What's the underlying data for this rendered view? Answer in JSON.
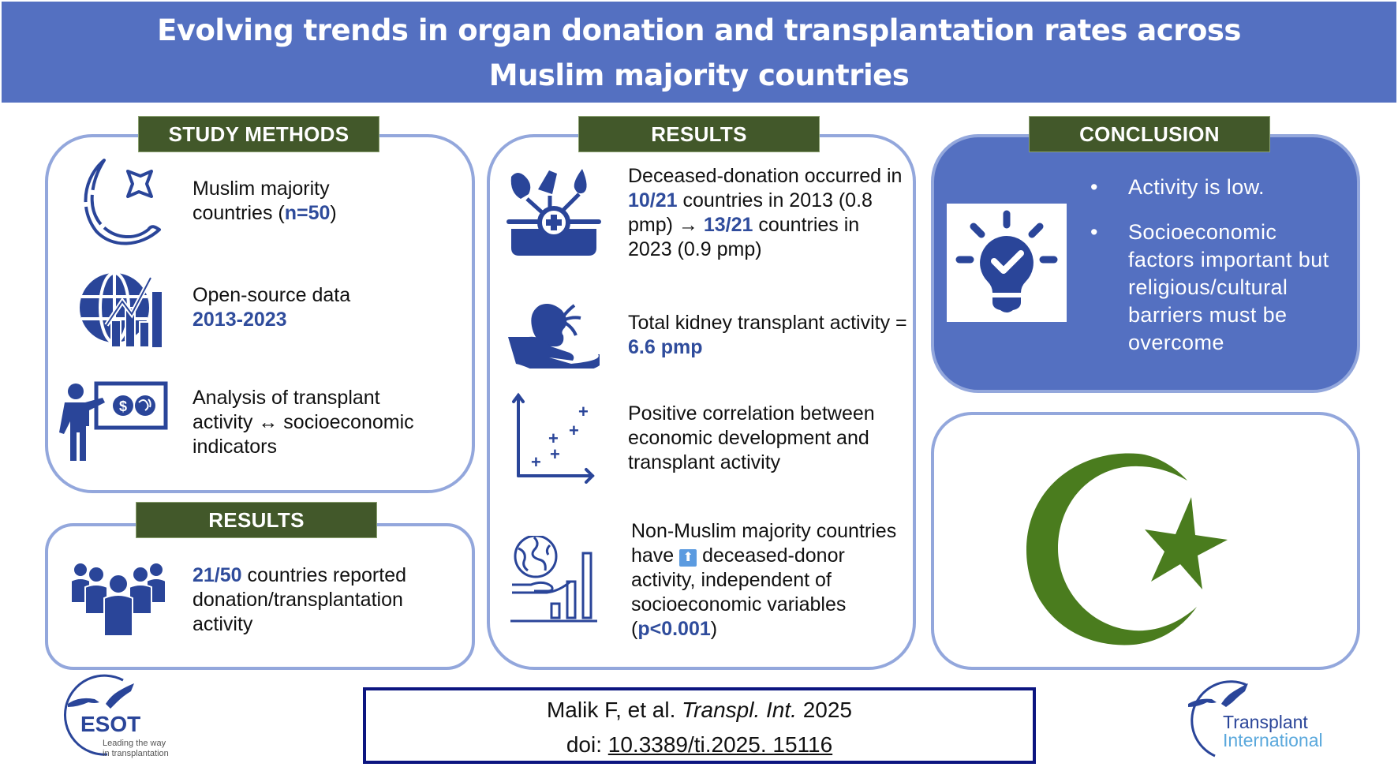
{
  "header": {
    "title_line1": "Evolving trends in organ donation and transplantation rates across",
    "title_line2": "Muslim majority countries"
  },
  "colors": {
    "header_bg": "#5470C1",
    "label_bg": "#42582A",
    "box_border": "#93A7DC",
    "icon_blue": "#2A4599",
    "highlight": "#2F4C9C",
    "crescent_green": "#4A7C1E",
    "cite_border": "#0C1580"
  },
  "study_methods": {
    "label": "STUDY METHODS",
    "items": [
      {
        "icon": "crescent-star-outline-icon",
        "text_pre": "Muslim majority countries (",
        "highlight": "n=50",
        "text_post": ")"
      },
      {
        "icon": "globe-chart-icon",
        "text_pre": "Open-source data",
        "highlight": "2013-2023",
        "text_post": ""
      },
      {
        "icon": "presenter-board-icon",
        "text_pre": "Analysis of transplant activity ↔ socioeconomic indicators",
        "highlight": "",
        "text_post": ""
      }
    ]
  },
  "left_results": {
    "label": "RESULTS",
    "items": [
      {
        "icon": "people-group-icon",
        "highlight": "21/50",
        "text_post": " countries reported donation/transplantation activity"
      }
    ]
  },
  "results": {
    "label": "RESULTS",
    "items": [
      {
        "icon": "organ-donation-kit-icon",
        "parts": [
          "Deceased-donation occurred in ",
          "10/21",
          " countries in 2013 (0.8 pmp) → ",
          "13/21",
          " countries in 2023 (0.9 pmp)"
        ]
      },
      {
        "icon": "kidney-hand-icon",
        "parts": [
          "Total kidney transplant activity = ",
          "6.6 pmp"
        ]
      },
      {
        "icon": "scatter-plot-icon",
        "parts": [
          "Positive correlation between economic development and transplant activity"
        ]
      },
      {
        "icon": "globe-hand-bars-icon",
        "parts": [
          "Non-Muslim majority countries have ",
          "⬆",
          " deceased-donor activity, independent of socioeconomic variables (",
          "p<0.001",
          ")"
        ]
      }
    ]
  },
  "conclusion": {
    "label": "CONCLUSION",
    "icon": "lightbulb-check-icon",
    "bullets": [
      "Activity is low.",
      "Socioeconomic factors important but religious/cultural barriers must be overcome"
    ],
    "bullet_glyph": "•"
  },
  "emblem": {
    "icon": "crescent-star-icon"
  },
  "citation": {
    "author": "Malik F, et al. ",
    "journal": "Transpl. Int.",
    "year": " 2025",
    "doi_label": "doi: ",
    "doi": "10.3389/ti.2025. 15116"
  },
  "logos": {
    "esot": {
      "name": "ESOT",
      "tagline_line1": "Leading the way",
      "tagline_line2": "in transplantation"
    },
    "ti": {
      "line1": "Transplant",
      "line2": "International"
    }
  }
}
